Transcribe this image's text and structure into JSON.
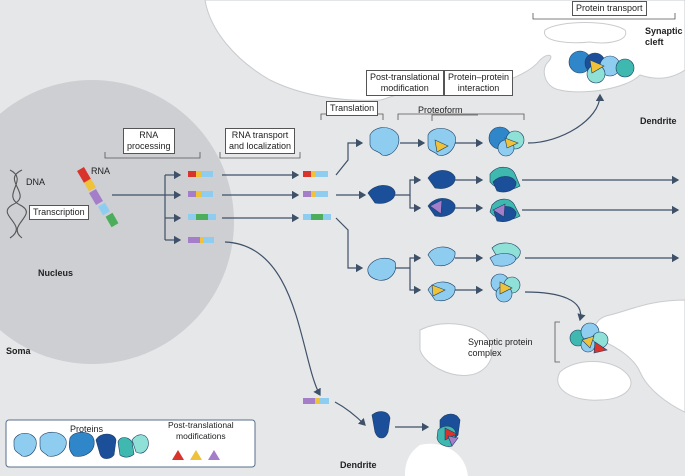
{
  "labels": {
    "protein_transport": "Protein transport",
    "synaptic_cleft": "Synaptic\ncleft",
    "ptm": "Post-translational\nmodification",
    "ppi": "Protein–protein\ninteraction",
    "translation": "Translation",
    "proteoform": "Proteoform",
    "dendrite_right": "Dendrite",
    "rna_processing": "RNA\nprocessing",
    "rna_transport": "RNA transport\nand localization",
    "dna": "DNA",
    "rna": "RNA",
    "transcription": "Transcription",
    "nucleus": "Nucleus",
    "soma": "Soma",
    "synaptic_protein_complex": "Synaptic protein\ncomplex",
    "dendrite_bottom": "Dendrite"
  },
  "legend": {
    "proteins": "Proteins",
    "ptm": "Post-translational\nmodifications"
  },
  "colors": {
    "cell": "#e6e7e9",
    "nucleus": "#cdcfd3",
    "light_blue": "#8ecdf0",
    "mid_blue": "#2f86c8",
    "dark_blue": "#1b4f9a",
    "teal": "#3fb9b0",
    "mint": "#8fe0d6",
    "red": "#d8342c",
    "yellow": "#efc23a",
    "purple": "#a47ec9"
  }
}
